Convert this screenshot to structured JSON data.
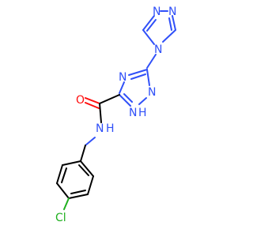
{
  "molecule": {
    "colors": {
      "carbon": "#000000",
      "nitrogen": "#3050f8",
      "oxygen": "#ff0d0d",
      "chlorine": "#1fb01f",
      "background": "#ffffff"
    },
    "atoms": {
      "n_top1": "N",
      "n_top2": "N",
      "n_top_ring": "N",
      "n_triazole_a": "N",
      "n_triazole_b": "N",
      "nh_triazole": "N",
      "nh_triazole_h": "H",
      "oxygen": "O",
      "amide_n": "N",
      "amide_h": "H",
      "chlorine": "Cl"
    }
  }
}
